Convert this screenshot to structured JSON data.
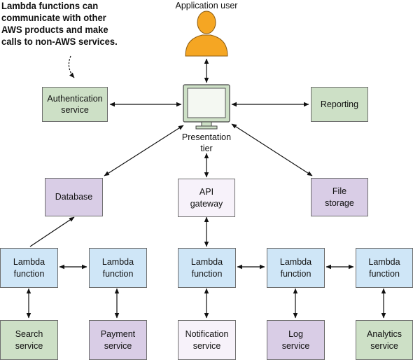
{
  "callout": "Lambda functions can\ncommunicate with other\nAWS products and make\ncalls to non-AWS services.",
  "user_label": "Application user",
  "presentation_label": "Presentation\ntier",
  "nodes": {
    "auth": "Authentication\nservice",
    "reporting": "Reporting",
    "database": "Database",
    "api": "API\ngateway",
    "file_storage": "File\nstorage",
    "lambda1": "Lambda\nfunction",
    "lambda2": "Lambda\nfunction",
    "lambda3": "Lambda\nfunction",
    "lambda4": "Lambda\nfunction",
    "lambda5": "Lambda\nfunction",
    "search": "Search\nservice",
    "payment": "Payment\nservice",
    "notification": "Notification\nservice",
    "log": "Log\nservice",
    "analytics": "Analytics\nservice"
  },
  "colors": {
    "service_green": "#cde0c6",
    "storage_purple": "#d9cde6",
    "lambda_blue": "#cfe6f7",
    "gateway_white": "#f7f2fa",
    "user_orange": "#f5a623"
  }
}
